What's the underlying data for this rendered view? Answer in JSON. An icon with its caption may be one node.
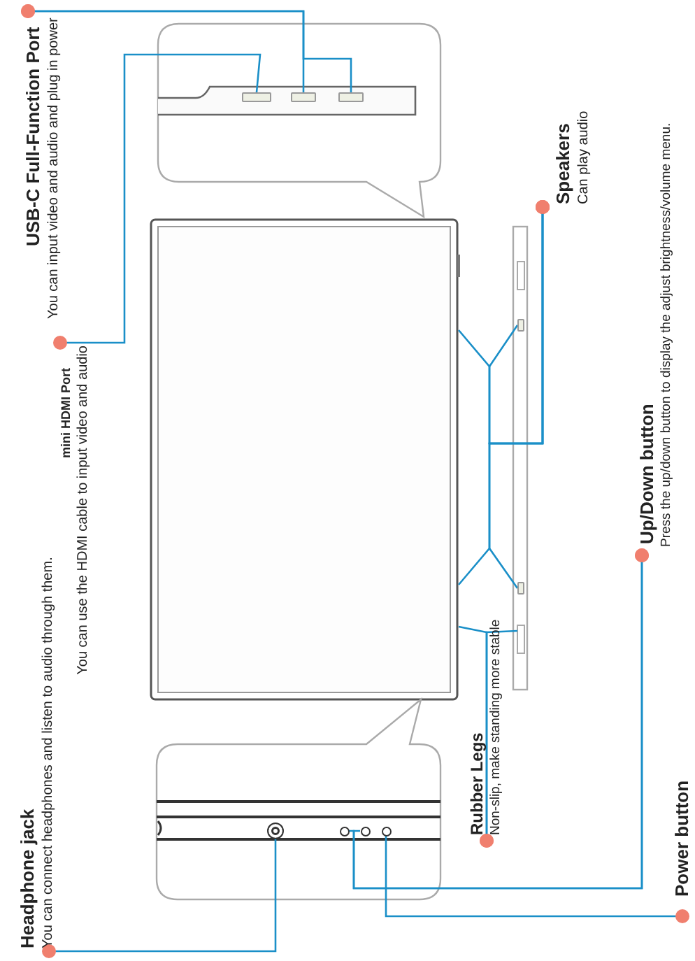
{
  "diagram": {
    "nodes": [
      {
        "text": [
          "USB-C Full-Function Port",
          "You can input video and audio and plug in power"
        ]
      },
      {
        "text": [
          "mini HDMI Port",
          "You can use the HDMI cable to input video and audio"
        ]
      },
      {
        "text": [
          "Headphone jack",
          "You can connect headphones and listen to audio through them."
        ]
      },
      {
        "text": [
          "Power button"
        ]
      },
      {
        "text": [
          "Up/Down button",
          "Press the up/down button to display the adjust brightness/volume menu."
        ]
      },
      {
        "text": [
          "Speakers",
          "Can play audio"
        ]
      },
      {
        "text": [
          "Rubber Legs",
          "Non-slip, make standing more stable"
        ]
      },
      {
        "text": [],
        "shape": "box"
      },
      {
        "text": [],
        "shape": "box"
      },
      {
        "text": [],
        "shape": "box"
      },
      {
        "text": [],
        "shape": "circle"
      },
      {
        "text": [],
        "shape": "circle"
      },
      {
        "text": [],
        "shape": "circle"
      },
      {
        "text": [],
        "shape": "circle"
      },
      {
        "text": [],
        "shape": "box"
      },
      {
        "text": [],
        "shape": "box"
      }
    ],
    "edges": [
      {
        "from": 0,
        "to": 8,
        "arrow": "other"
      },
      {
        "from": 0,
        "to": 9,
        "arrow": "other"
      },
      {
        "from": 1,
        "to": 7,
        "arrow": "other"
      },
      {
        "from": 2,
        "to": 10,
        "arrow": "other"
      },
      {
        "from": 4,
        "to": 11,
        "arrow": "other"
      },
      {
        "from": 4,
        "to": 12,
        "arrow": "other"
      },
      {
        "from": 3,
        "to": 13,
        "arrow": "other"
      },
      {
        "from": 5,
        "to": 14,
        "arrow": "other"
      },
      {
        "from": 5,
        "to": null,
        "arrow": "other"
      },
      {
        "from": 5,
        "to": 15,
        "arrow": "other"
      },
      {
        "from": 5,
        "to": null,
        "arrow": "other"
      },
      {
        "from": 6,
        "to": null,
        "arrow": "other"
      },
      {
        "from": 6,
        "to": null,
        "arrow": "other"
      }
    ]
  }
}
